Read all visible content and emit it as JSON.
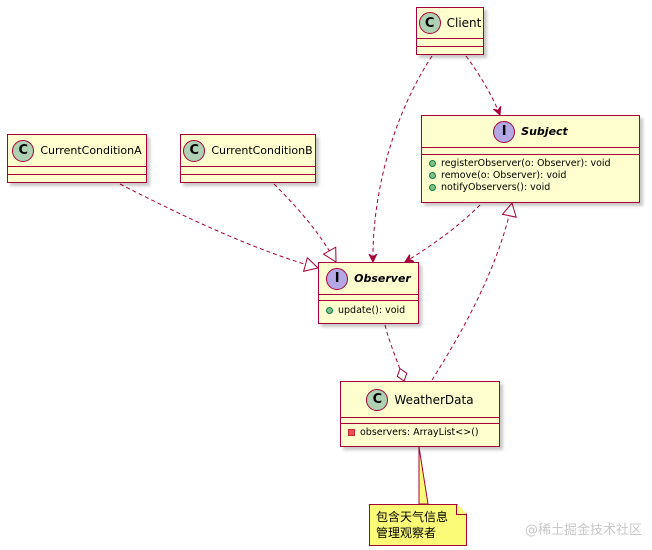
{
  "colors": {
    "class_fill": "#fefece",
    "border": "#a80036",
    "class_stereotype": "#add1b2",
    "interface_stereotype": "#b4a7e5",
    "note_fill": "#fbfb77"
  },
  "classes": {
    "client": {
      "stereotype": "C",
      "name": "Client"
    },
    "subject": {
      "stereotype": "I",
      "name": "Subject",
      "members": [
        "registerObserver(o: Observer): void",
        "remove(o: Observer): void",
        "notifyObservers(): void"
      ]
    },
    "condition_a": {
      "stereotype": "C",
      "name": "CurrentConditionA"
    },
    "condition_b": {
      "stereotype": "C",
      "name": "CurrentConditionB"
    },
    "observer": {
      "stereotype": "I",
      "name": "Observer",
      "members": [
        "update(): void"
      ]
    },
    "weather_data": {
      "stereotype": "C",
      "name": "WeatherData",
      "members": [
        "observers: ArrayList<>()"
      ]
    }
  },
  "note": {
    "lines": [
      "包含天气信息",
      "管理观察者"
    ]
  },
  "watermark": "@稀土掘金技术社区"
}
